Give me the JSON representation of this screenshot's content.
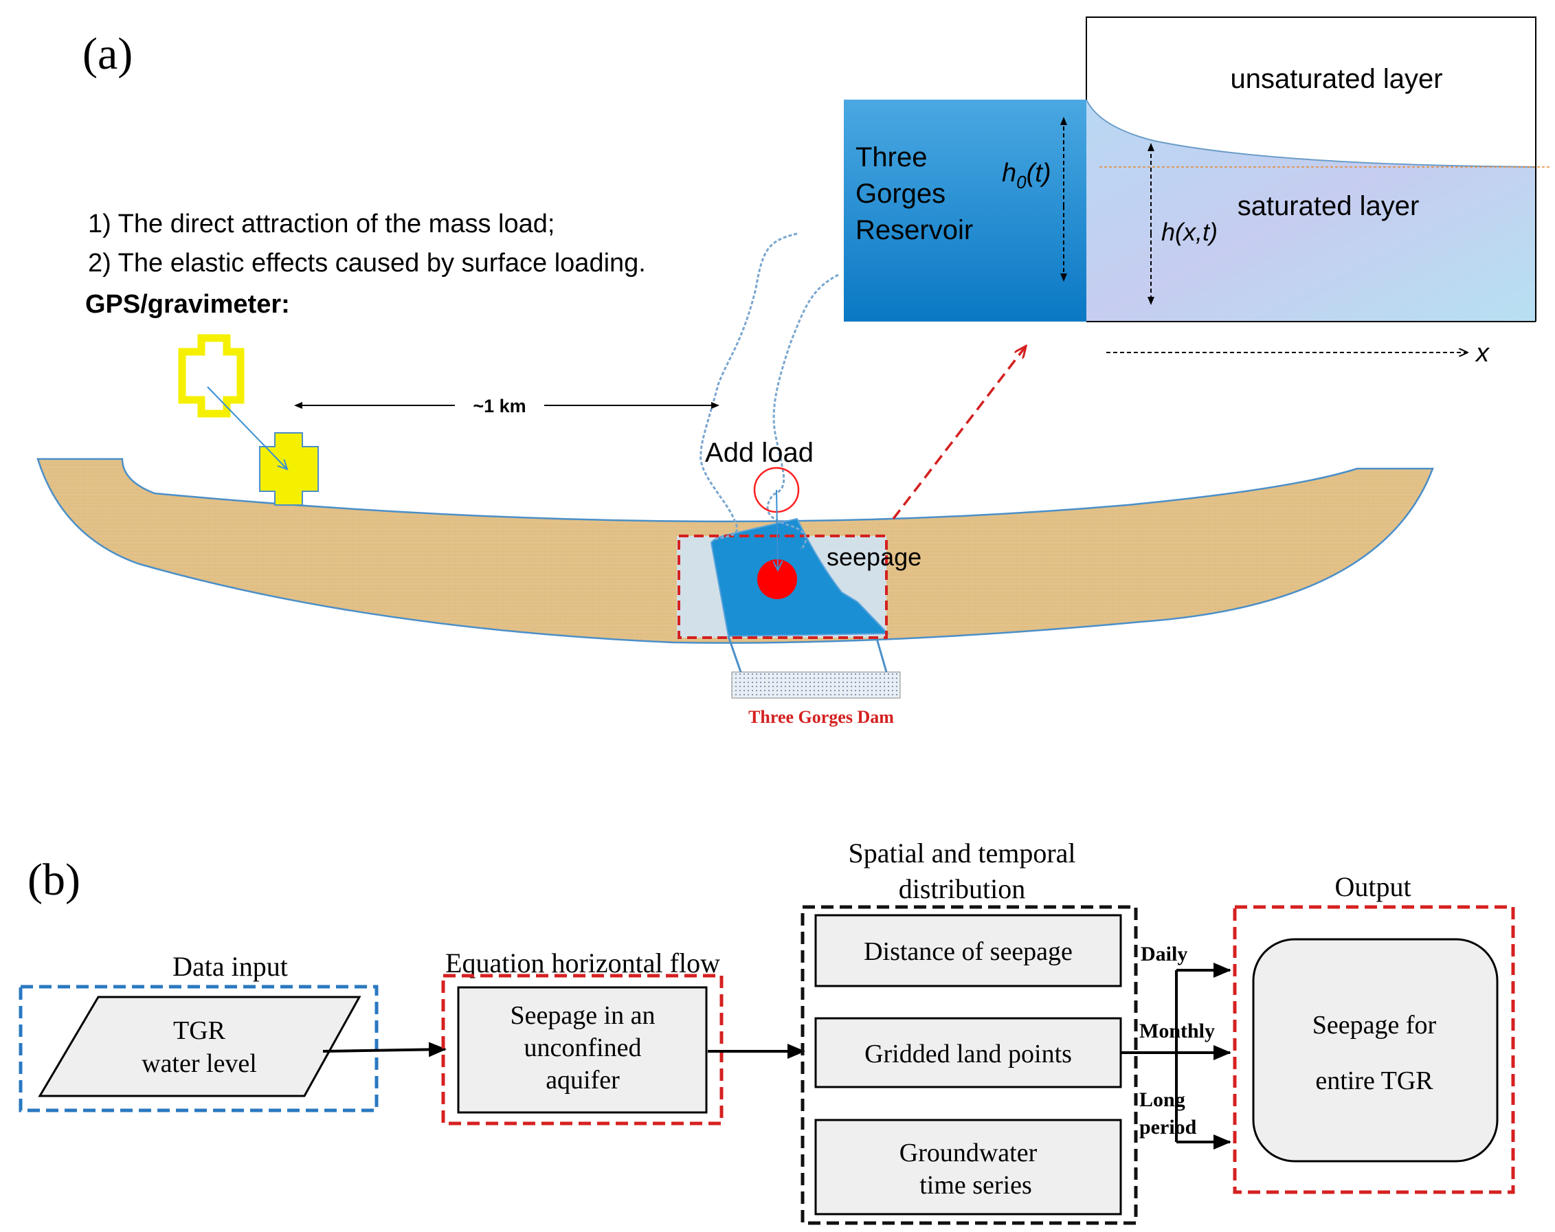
{
  "panel_a": {
    "label": "(a)",
    "list_item_1": "1) The direct attraction of the mass load;",
    "list_item_2": "2) The elastic effects caused by surface loading.",
    "instrument_label": "GPS/gravimeter:",
    "distance_label": "~1 km",
    "add_load_label": "Add load",
    "seepage_label": "seepage",
    "dam_label": "Three Gorges Dam",
    "inset": {
      "reservoir_line1": "Three",
      "reservoir_line2": "Gorges",
      "reservoir_line3": "Reservoir",
      "h0_symbol": "h",
      "h0_subscript": "0",
      "h0_arg": "(t)",
      "hxt_label": "h(x,t)",
      "unsaturated_label": "unsaturated layer",
      "saturated_label": "saturated layer",
      "x_axis_label": "x"
    },
    "colors": {
      "rock": "#e3c28a",
      "water": "#1b8fd3",
      "gps_marker": "#f5f000",
      "load_red": "#ff0000",
      "dam_label": "#d42020"
    }
  },
  "panel_b": {
    "label": "(b)",
    "data_input": {
      "title": "Data input",
      "line1": "TGR",
      "line2": "water level"
    },
    "equation": {
      "title": "Equation horizontal flow",
      "line1": "Seepage in an",
      "line2": "unconfined",
      "line3": "aquifer"
    },
    "spatial": {
      "title_line1": "Spatial and temporal",
      "title_line2": "distribution",
      "box1": "Distance of seepage",
      "box2": "Gridded land points",
      "box3_line1": "Groundwater",
      "box3_line2": "time series"
    },
    "branches": {
      "daily": "Daily",
      "monthly": "Monthly",
      "long_line1": "Long",
      "long_line2": "period"
    },
    "output": {
      "title": "Output",
      "line1": "Seepage for",
      "line2": "entire TGR"
    },
    "colors": {
      "blue_dash": "#2a78c0",
      "red_dash": "#d62020",
      "black_dash": "#111111",
      "box_fill": "#efefef"
    }
  }
}
